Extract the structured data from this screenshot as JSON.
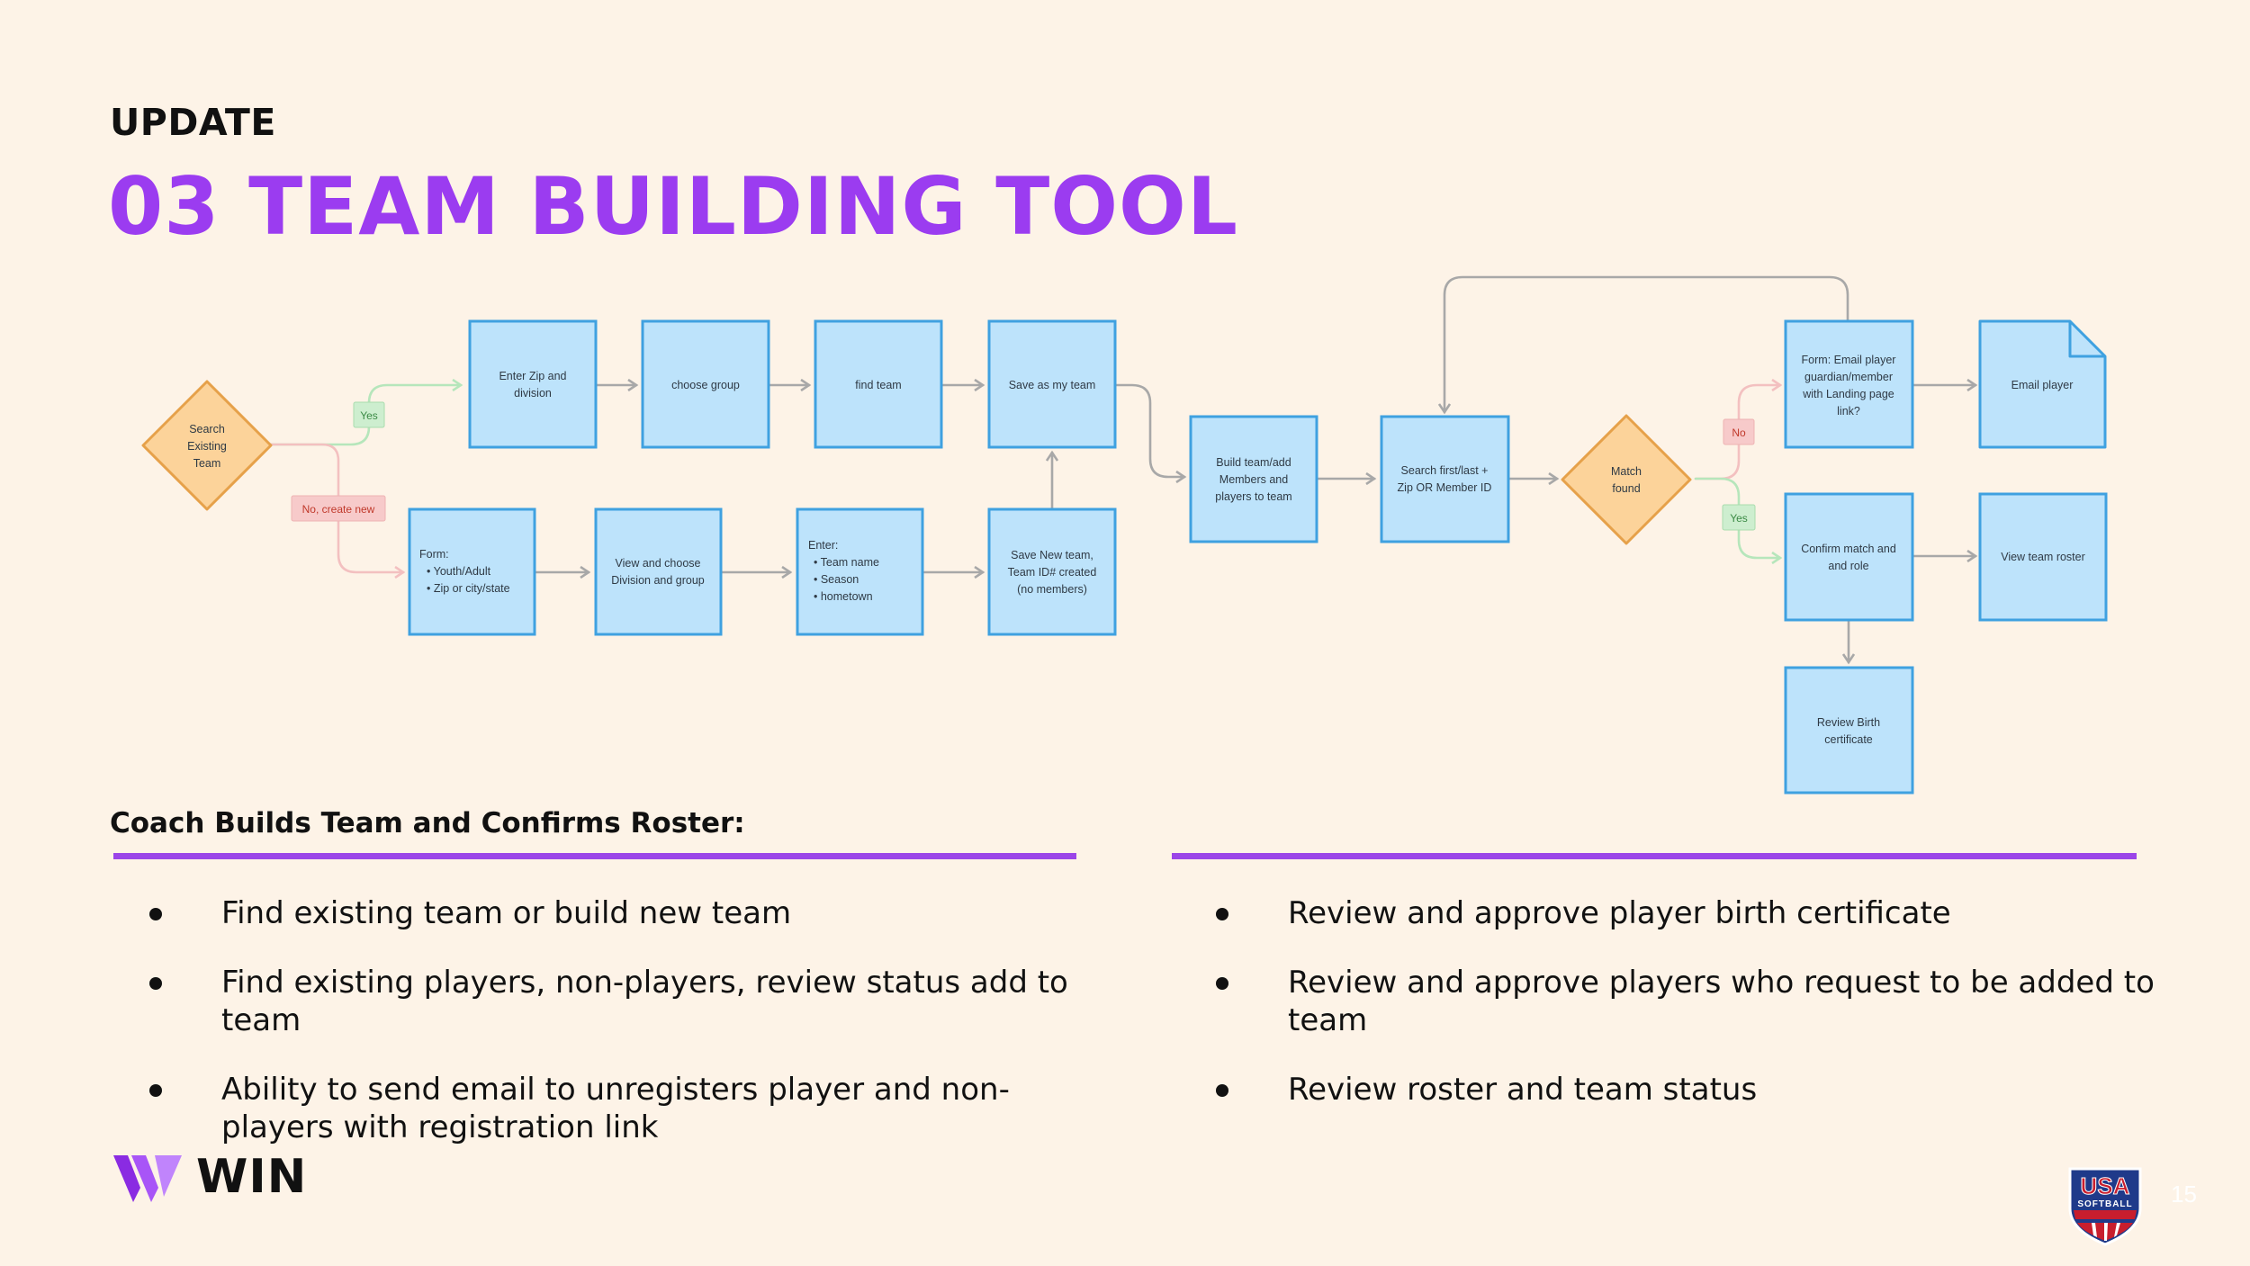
{
  "header": {
    "eyebrow": "UPDATE",
    "title": "03 TEAM BUILDING TOOL"
  },
  "flowchart": {
    "nodes": {
      "search": [
        "Search",
        "Existing",
        "Team"
      ],
      "zip": [
        "Enter Zip and",
        "division"
      ],
      "group": [
        "choose group"
      ],
      "findteam": [
        "find team"
      ],
      "save": [
        "Save as my team"
      ],
      "formyouth": [
        "Form:",
        "• Youth/Adult",
        "• Zip or city/state"
      ],
      "viewdiv": [
        "View and choose",
        "Division and group"
      ],
      "enter": [
        "Enter:",
        "• Team name",
        "• Season",
        "• hometown"
      ],
      "savenew": [
        "Save New team,",
        "Team ID# created",
        "(no members)"
      ],
      "build": [
        "Build team/add",
        "Members and",
        "players to team"
      ],
      "searchfirst": [
        "Search first/last +",
        "Zip OR Member ID"
      ],
      "match": [
        "Match",
        "found"
      ],
      "formemail": [
        "Form: Email player",
        "guardian/member",
        "with Landing page",
        "link?"
      ],
      "emailplayer": [
        "Email player"
      ],
      "confirm": [
        "Confirm match and",
        "and role"
      ],
      "viewroster": [
        "View team roster"
      ],
      "review": [
        "Review Birth",
        "certificate"
      ]
    },
    "tags": {
      "yes1": "Yes",
      "nocreate": "No, create new",
      "no2": "No",
      "yes2": "Yes"
    },
    "colors": {
      "process_fill": "#bde3fb",
      "process_stroke": "#3fa1e0",
      "decision_fill": "#fcd39a",
      "decision_stroke": "#e6a14a",
      "yes_fill": "#cdeecf",
      "yes_text": "#3b8a45",
      "no_fill": "#f7caca",
      "no_text": "#c0392b",
      "connector": "#a8a8a8"
    }
  },
  "section": {
    "heading": "Coach Builds Team and Confirms Roster:",
    "left_bullets": [
      "Find existing team or build new team",
      "Find existing players, non-players, review status add to team",
      "Ability to send email to unregisters player and non-players with registration link"
    ],
    "right_bullets": [
      "Review and approve player birth certificate",
      "Review and approve players who request to be added to team",
      "Review roster and team status"
    ]
  },
  "footer": {
    "brand": "WIN",
    "usa_logo_text": [
      "USA",
      "SOFTBALL"
    ],
    "page_number": "15"
  }
}
